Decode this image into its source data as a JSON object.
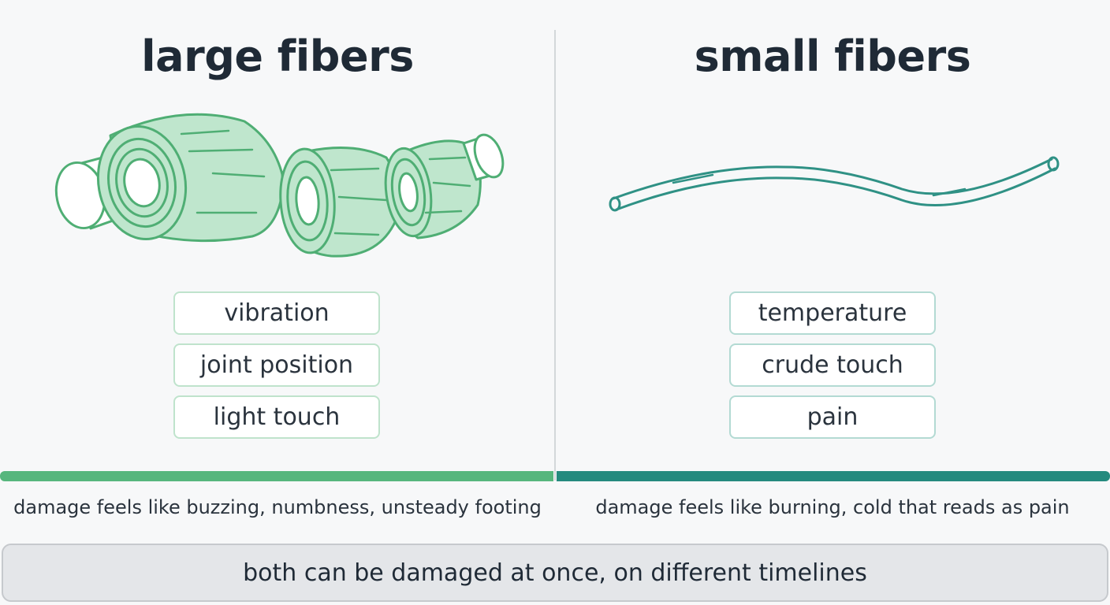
{
  "left": {
    "title": "large fibers",
    "items": [
      "vibration",
      "joint position",
      "light touch"
    ],
    "caption": "damage feels like buzzing, numbness, unsteady footing",
    "accent_color": "#56b67d",
    "icon": "myelinated-fiber-icon"
  },
  "right": {
    "title": "small fibers",
    "items": [
      "temperature",
      "crude touch",
      "pain"
    ],
    "caption": "damage feels like burning, cold that reads as pain",
    "accent_color": "#248a7e",
    "icon": "thin-fiber-icon"
  },
  "footer": {
    "text": "both can be damaged at once, on different timelines"
  }
}
